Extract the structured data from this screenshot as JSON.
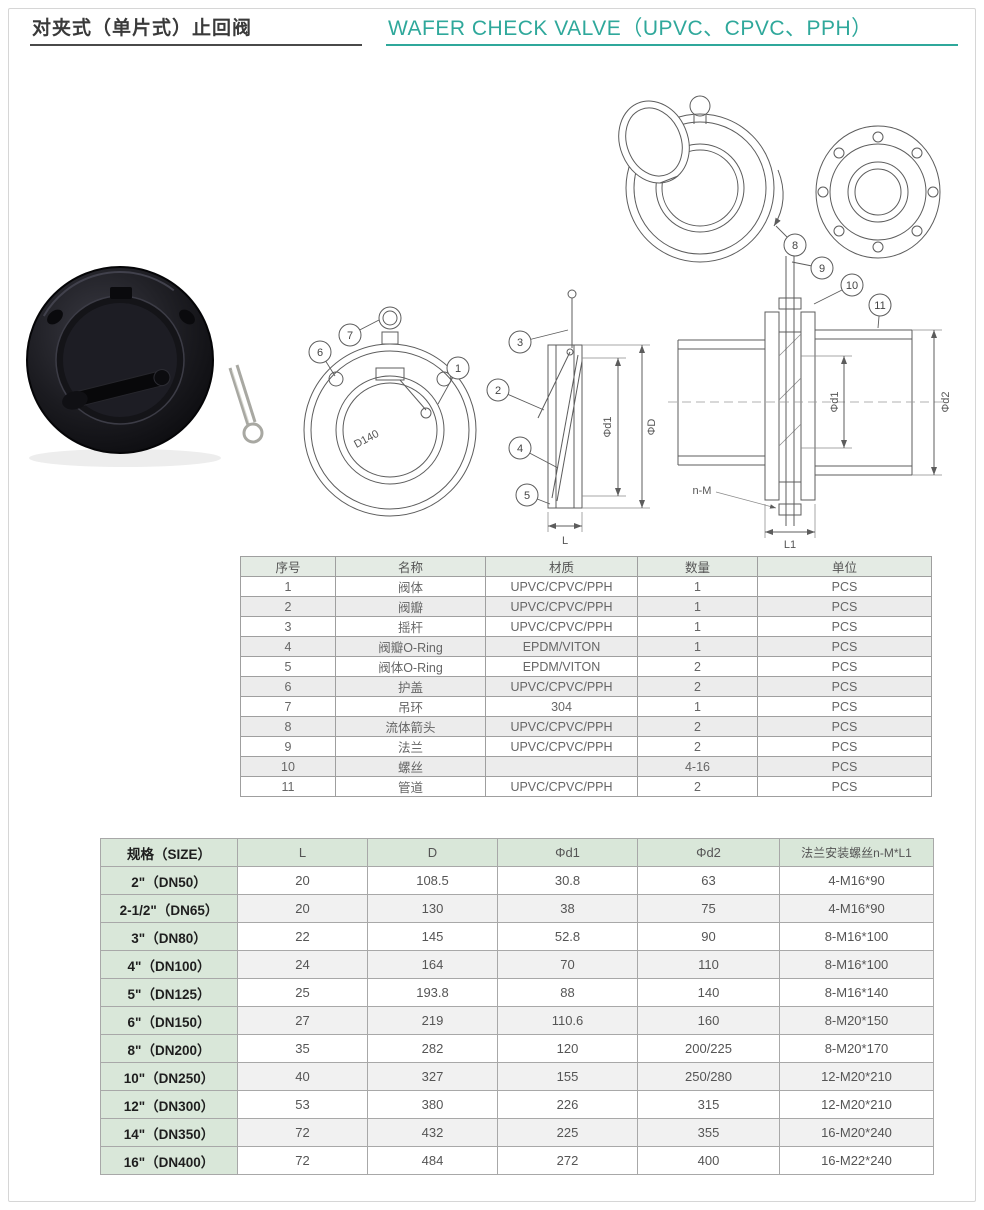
{
  "page": {
    "title_zh": "对夹式（单片式）止回阀",
    "title_en": "WAFER CHECK VALVE（UPVC、CPVC、PPH）"
  },
  "drawing": {
    "callouts": [
      "1",
      "2",
      "3",
      "4",
      "5",
      "6",
      "7",
      "8",
      "9",
      "10",
      "11"
    ],
    "labels": {
      "d1": "Φd1",
      "D": "ΦD",
      "L": "L",
      "d2": "Φd2",
      "L1": "L1",
      "nM": "n-M",
      "d140": "D140"
    }
  },
  "parts_table": {
    "headers": [
      "序号",
      "名称",
      "材质",
      "数量",
      "单位"
    ],
    "rows": [
      [
        "1",
        "阀体",
        "UPVC/CPVC/PPH",
        "1",
        "PCS"
      ],
      [
        "2",
        "阀瓣",
        "UPVC/CPVC/PPH",
        "1",
        "PCS"
      ],
      [
        "3",
        "摇杆",
        "UPVC/CPVC/PPH",
        "1",
        "PCS"
      ],
      [
        "4",
        "阀瓣O-Ring",
        "EPDM/VITON",
        "1",
        "PCS"
      ],
      [
        "5",
        "阀体O-Ring",
        "EPDM/VITON",
        "2",
        "PCS"
      ],
      [
        "6",
        "护盖",
        "UPVC/CPVC/PPH",
        "2",
        "PCS"
      ],
      [
        "7",
        "吊环",
        "304",
        "1",
        "PCS"
      ],
      [
        "8",
        "流体箭头",
        "UPVC/CPVC/PPH",
        "2",
        "PCS"
      ],
      [
        "9",
        "法兰",
        "UPVC/CPVC/PPH",
        "2",
        "PCS"
      ],
      [
        "10",
        "螺丝",
        "",
        "4-16",
        "PCS"
      ],
      [
        "11",
        "管道",
        "UPVC/CPVC/PPH",
        "2",
        "PCS"
      ]
    ]
  },
  "size_table": {
    "headers": [
      "规格（SIZE）",
      "L",
      "D",
      "Φd1",
      "Φd2",
      "法兰安装螺丝n-M*L1"
    ],
    "rows": [
      [
        "2\"（DN50）",
        "20",
        "108.5",
        "30.8",
        "63",
        "4-M16*90"
      ],
      [
        "2-1/2\"（DN65）",
        "20",
        "130",
        "38",
        "75",
        "4-M16*90"
      ],
      [
        "3\"（DN80）",
        "22",
        "145",
        "52.8",
        "90",
        "8-M16*100"
      ],
      [
        "4\"（DN100）",
        "24",
        "164",
        "70",
        "110",
        "8-M16*100"
      ],
      [
        "5\"（DN125）",
        "25",
        "193.8",
        "88",
        "140",
        "8-M16*140"
      ],
      [
        "6\"（DN150）",
        "27",
        "219",
        "110.6",
        "160",
        "8-M20*150"
      ],
      [
        "8\"（DN200）",
        "35",
        "282",
        "120",
        "200/225",
        "8-M20*170"
      ],
      [
        "10\"（DN250）",
        "40",
        "327",
        "155",
        "250/280",
        "12-M20*210"
      ],
      [
        "12\"（DN300）",
        "53",
        "380",
        "226",
        "315",
        "12-M20*210"
      ],
      [
        "14\"（DN350）",
        "72",
        "432",
        "225",
        "355",
        "16-M20*240"
      ],
      [
        "16\"（DN400）",
        "72",
        "484",
        "272",
        "400",
        "16-M22*240"
      ]
    ]
  }
}
